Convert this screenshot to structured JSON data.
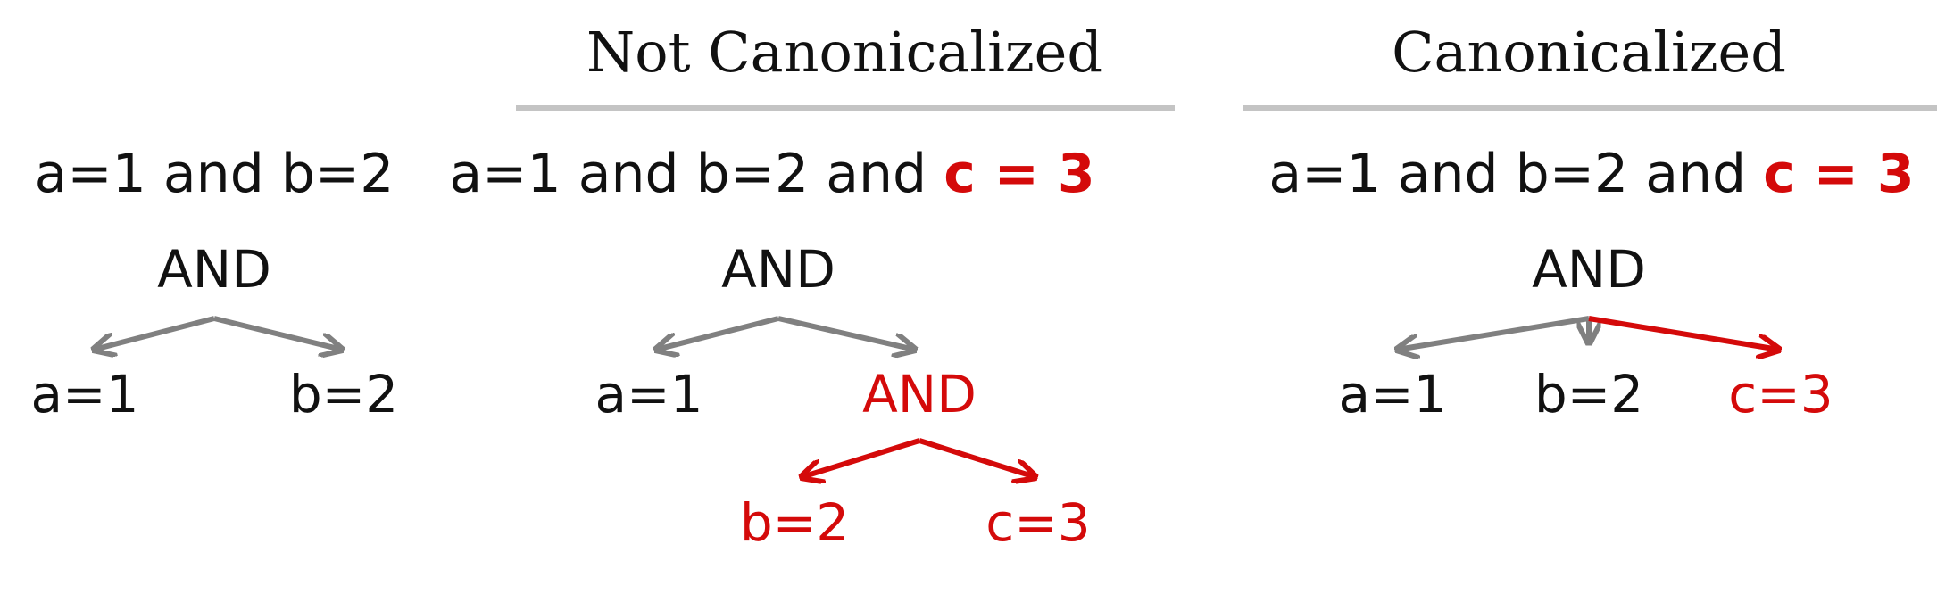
{
  "colors": {
    "black": "#111111",
    "gray_arrow": "#808080",
    "red": "#d40a0a",
    "rule": "#c4c4c4"
  },
  "left": {
    "expression": "a=1 and b=2",
    "root": "AND",
    "leaves": [
      "a=1",
      "b=2"
    ]
  },
  "middle": {
    "heading": "Not Canonicalized",
    "expression_prefix": "a=1 and b=2 and",
    "expression_highlight": "c = 3",
    "root": "AND",
    "leaf": "a=1",
    "child_node": "AND",
    "child_leaves": [
      "b=2",
      "c=3"
    ]
  },
  "right": {
    "heading": "Canonicalized",
    "expression_prefix": "a=1 and b=2 and",
    "expression_highlight": "c = 3",
    "root": "AND",
    "leaves": [
      "a=1",
      "b=2"
    ],
    "highlight_leaf": "c=3"
  }
}
